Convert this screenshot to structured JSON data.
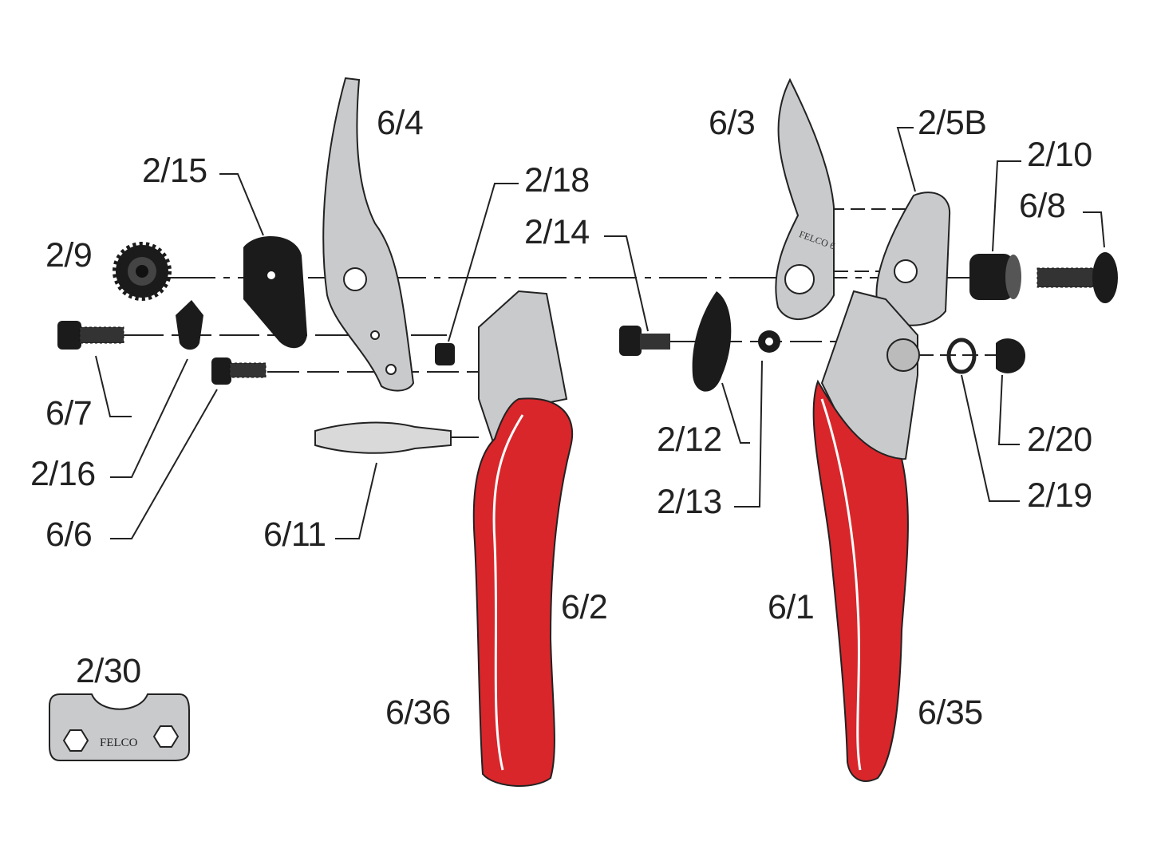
{
  "diagram": {
    "colors": {
      "handle": "#d8262b",
      "metal": "#c9cacc",
      "metal_dark": "#8e9093",
      "part_black": "#1b1b1b",
      "line": "#222222"
    },
    "labels": {
      "p6_4": "6/4",
      "p2_15": "2/15",
      "p2_9": "2/9",
      "p2_18": "2/18",
      "p2_14": "2/14",
      "p6_7": "6/7",
      "p2_16": "2/16",
      "p6_6": "6/6",
      "p6_11": "6/11",
      "p6_3": "6/3",
      "p2_5B": "2/5B",
      "p2_10": "2/10",
      "p6_8": "6/8",
      "p2_12": "2/12",
      "p2_13": "2/13",
      "p2_20": "2/20",
      "p2_19": "2/19",
      "p6_2": "6/2",
      "p6_1": "6/1",
      "p6_36": "6/36",
      "p6_35": "6/35",
      "p2_30": "2/30"
    },
    "stamps": {
      "wrench_brand": "FELCO",
      "blade_mark": "FELCO 6"
    }
  }
}
